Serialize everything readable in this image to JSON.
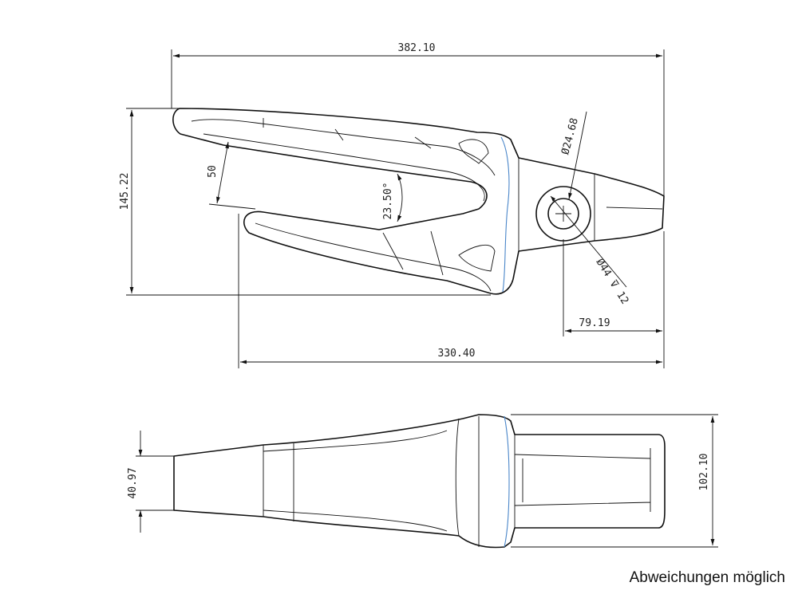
{
  "dimensions": {
    "overall_length": "382.10",
    "height": "145.22",
    "slot_width": "50",
    "angle": "23.50°",
    "pin_diameter": "Ø24.68",
    "hole_spec": "Ø44 ⊽ 12",
    "pin_offset": "79.19",
    "slot_length": "330.40",
    "tip_width": "40.97",
    "base_width": "102.10"
  },
  "note": "Abweichungen möglich",
  "colors": {
    "line": "#111111",
    "accent": "#4a86c9",
    "background": "#ffffff"
  }
}
